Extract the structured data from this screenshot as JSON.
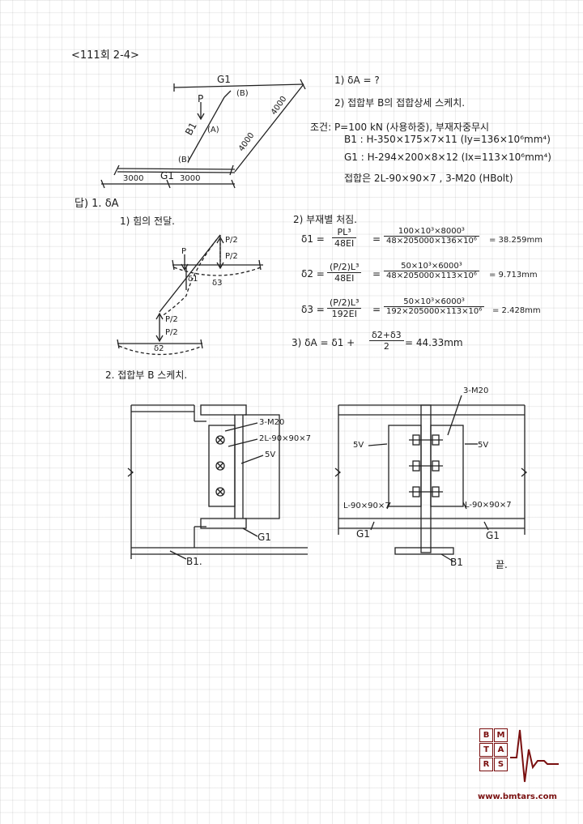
{
  "header": {
    "title": "<111회 2-4>"
  },
  "problem": {
    "questions": [
      "1) δA = ?",
      "2) 접합부 B의 접합상세 스케치."
    ],
    "conditions": [
      "조건: P=100 kN (사용하중), 부재자중무시",
      "B1 : H-350×175×7×11 (Iy=136×10⁶mm⁴)",
      "G1 : H-294×200×8×12 (Ix=113×10⁶mm⁴)",
      "접합은 2L-90×90×7 , 3-M20 (HBolt)"
    ],
    "plan_labels": {
      "g1_top": "G1",
      "b_top": "(B)",
      "p": "P",
      "b1": "B1",
      "a": "(A)",
      "b_bottom": "(B)",
      "g1_bottom": "G1",
      "dim_left": "3000",
      "dim_right": "3000",
      "dim_4000_top": "4000",
      "dim_4000_side": "4000"
    }
  },
  "answer": {
    "head": "답) 1. δA",
    "step1": "1) 힘의 전달.",
    "step2": "2) 부재별 처짐.",
    "deflection_labels": {
      "p_top": "P/2",
      "p_mid": "P/2",
      "p_load": "P",
      "d1": "δ1",
      "d3": "δ3",
      "p_low1": "P/2",
      "p_low2": "P/2",
      "d2": "δ2"
    },
    "eq1": {
      "lhs": "δ1 =",
      "num": "PL³",
      "den": "48EI",
      "eq": "=",
      "num2": "100×10³×8000³",
      "den2": "48×205000×136×10⁶",
      "result": "= 38.259mm"
    },
    "eq2": {
      "lhs": "δ2 =",
      "num": "(P/2)L³",
      "den": "48EI",
      "eq": "=",
      "num2": "50×10³×6000³",
      "den2": "48×205000×113×10⁶",
      "result": "= 9.713mm"
    },
    "eq3": {
      "lhs": "δ3 =",
      "num": "(P/2)L³",
      "den": "192EI",
      "eq": "=",
      "num2": "50×10³×6000³",
      "den2": "192×205000×113×10⁶",
      "result": "= 2.428mm"
    },
    "eq4": {
      "lhs": "3) δA = δ1 +",
      "num": "δ2+δ3",
      "den": "2",
      "result": "= 44.33mm"
    },
    "sketch_title": "2. 접합부 B 스케치.",
    "sketch_left": {
      "bolt": "3-M20",
      "angle": "2L-90×90×7",
      "weld": "5V",
      "g1": "G1",
      "b1": "B1."
    },
    "sketch_right": {
      "bolt": "3-M20",
      "weld_left": "5V",
      "weld_right": "5V",
      "angle_left": "L-90×90×7",
      "angle_right": "L-90×90×7",
      "g1_left": "G1",
      "g1_right": "G1",
      "b1": "B1",
      "end": "끝."
    }
  },
  "logo": {
    "letters": [
      "B",
      "M",
      "T",
      "A",
      "R",
      "S"
    ],
    "url": "www.bmtars.com",
    "color": "#7a1010"
  }
}
